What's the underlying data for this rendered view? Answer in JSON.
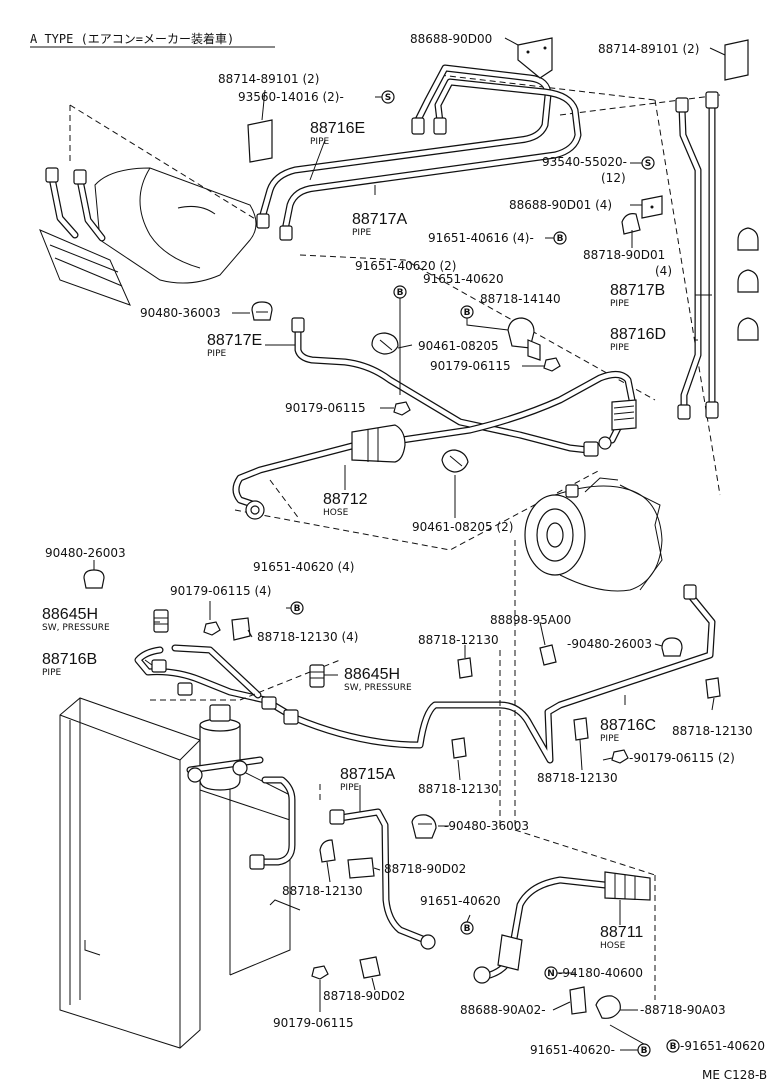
{
  "header": {
    "title": "A  TYPE  (エアコン=メーカー装着車)"
  },
  "labels": {
    "p88688_90D00": "88688-90D00",
    "p88714_top_right": "88714-89101 (2)",
    "p88714_left": "88714-89101 (2)",
    "p93560": "93560-14016 (2)-",
    "p88716E": "88716E",
    "p88716E_sub": "PIPE",
    "p93540": "93540-55020-",
    "p93540_qty": "(12)",
    "p88688_90D01": "88688-90D01 (4)",
    "p88717A": "88717A",
    "p88717A_sub": "PIPE",
    "p91651_40616": "91651-40616 (4)-",
    "p88718_90D01": "88718-90D01",
    "p88718_90D01_qty": "(4)",
    "p91651_40620_2": "91651-40620 (2)",
    "p91651_40620_a": "91651-40620",
    "p88718_14140": "88718-14140",
    "p88717B": "88717B",
    "p88717B_sub": "PIPE",
    "p90480_36003_a": "90480-36003",
    "p88717E": "88717E",
    "p88717E_sub": "PIPE",
    "p90461_08205_a": "90461-08205",
    "p90179_06115_a": "90179-06115",
    "p88716D": "88716D",
    "p88716D_sub": "PIPE",
    "p90179_06115_b": "90179-06115",
    "p88712": "88712",
    "p88712_sub": "HOSE",
    "p90461_08205_2": "90461-08205 (2)",
    "p90480_26003_a": "90480-26003",
    "p91651_40620_4": "91651-40620 (4)",
    "p90179_06115_4": "90179-06115 (4)",
    "p88645H_a": "88645H",
    "p88645H_a_sub": "SW, PRESSURE",
    "p88718_12130_4": "88718-12130 (4)",
    "p88898_95A00": "88898-95A00",
    "p88718_12130_a": "88718-12130",
    "p90480_26003_b": "-90480-26003",
    "p88716B": "88716B",
    "p88716B_sub": "PIPE",
    "p88645H_b": "88645H",
    "p88645H_b_sub": "SW, PRESSURE",
    "p88716C": "88716C",
    "p88716C_sub": "PIPE",
    "p88718_12130_b": "88718-12130",
    "p90179_06115_2": "-90179-06115 (2)",
    "p88718_12130_c": "88718-12130",
    "p88715A": "88715A",
    "p88715A_sub": "PIPE",
    "p88718_12130_d": "88718-12130",
    "p90480_36003_b": "-90480-36003",
    "p88718_90D02_a": "88718-90D02",
    "p88718_12130_e": "88718-12130",
    "p91651_40620_b": "91651-40620",
    "p88711": "88711",
    "p88711_sub": "HOSE",
    "p94180": "-94180-40600",
    "p88718_90D02_b": "88718-90D02",
    "p88688_90A02": "88688-90A02-",
    "p88718_90A03": "-88718-90A03",
    "p90179_06115_c": "90179-06115",
    "p91651_40620_c": "91651-40620-",
    "p91651_40620_d": "-91651-40620",
    "footer_code": "ME  C128-B"
  },
  "symbols": {
    "s": "S",
    "b": "B",
    "n": "N"
  }
}
